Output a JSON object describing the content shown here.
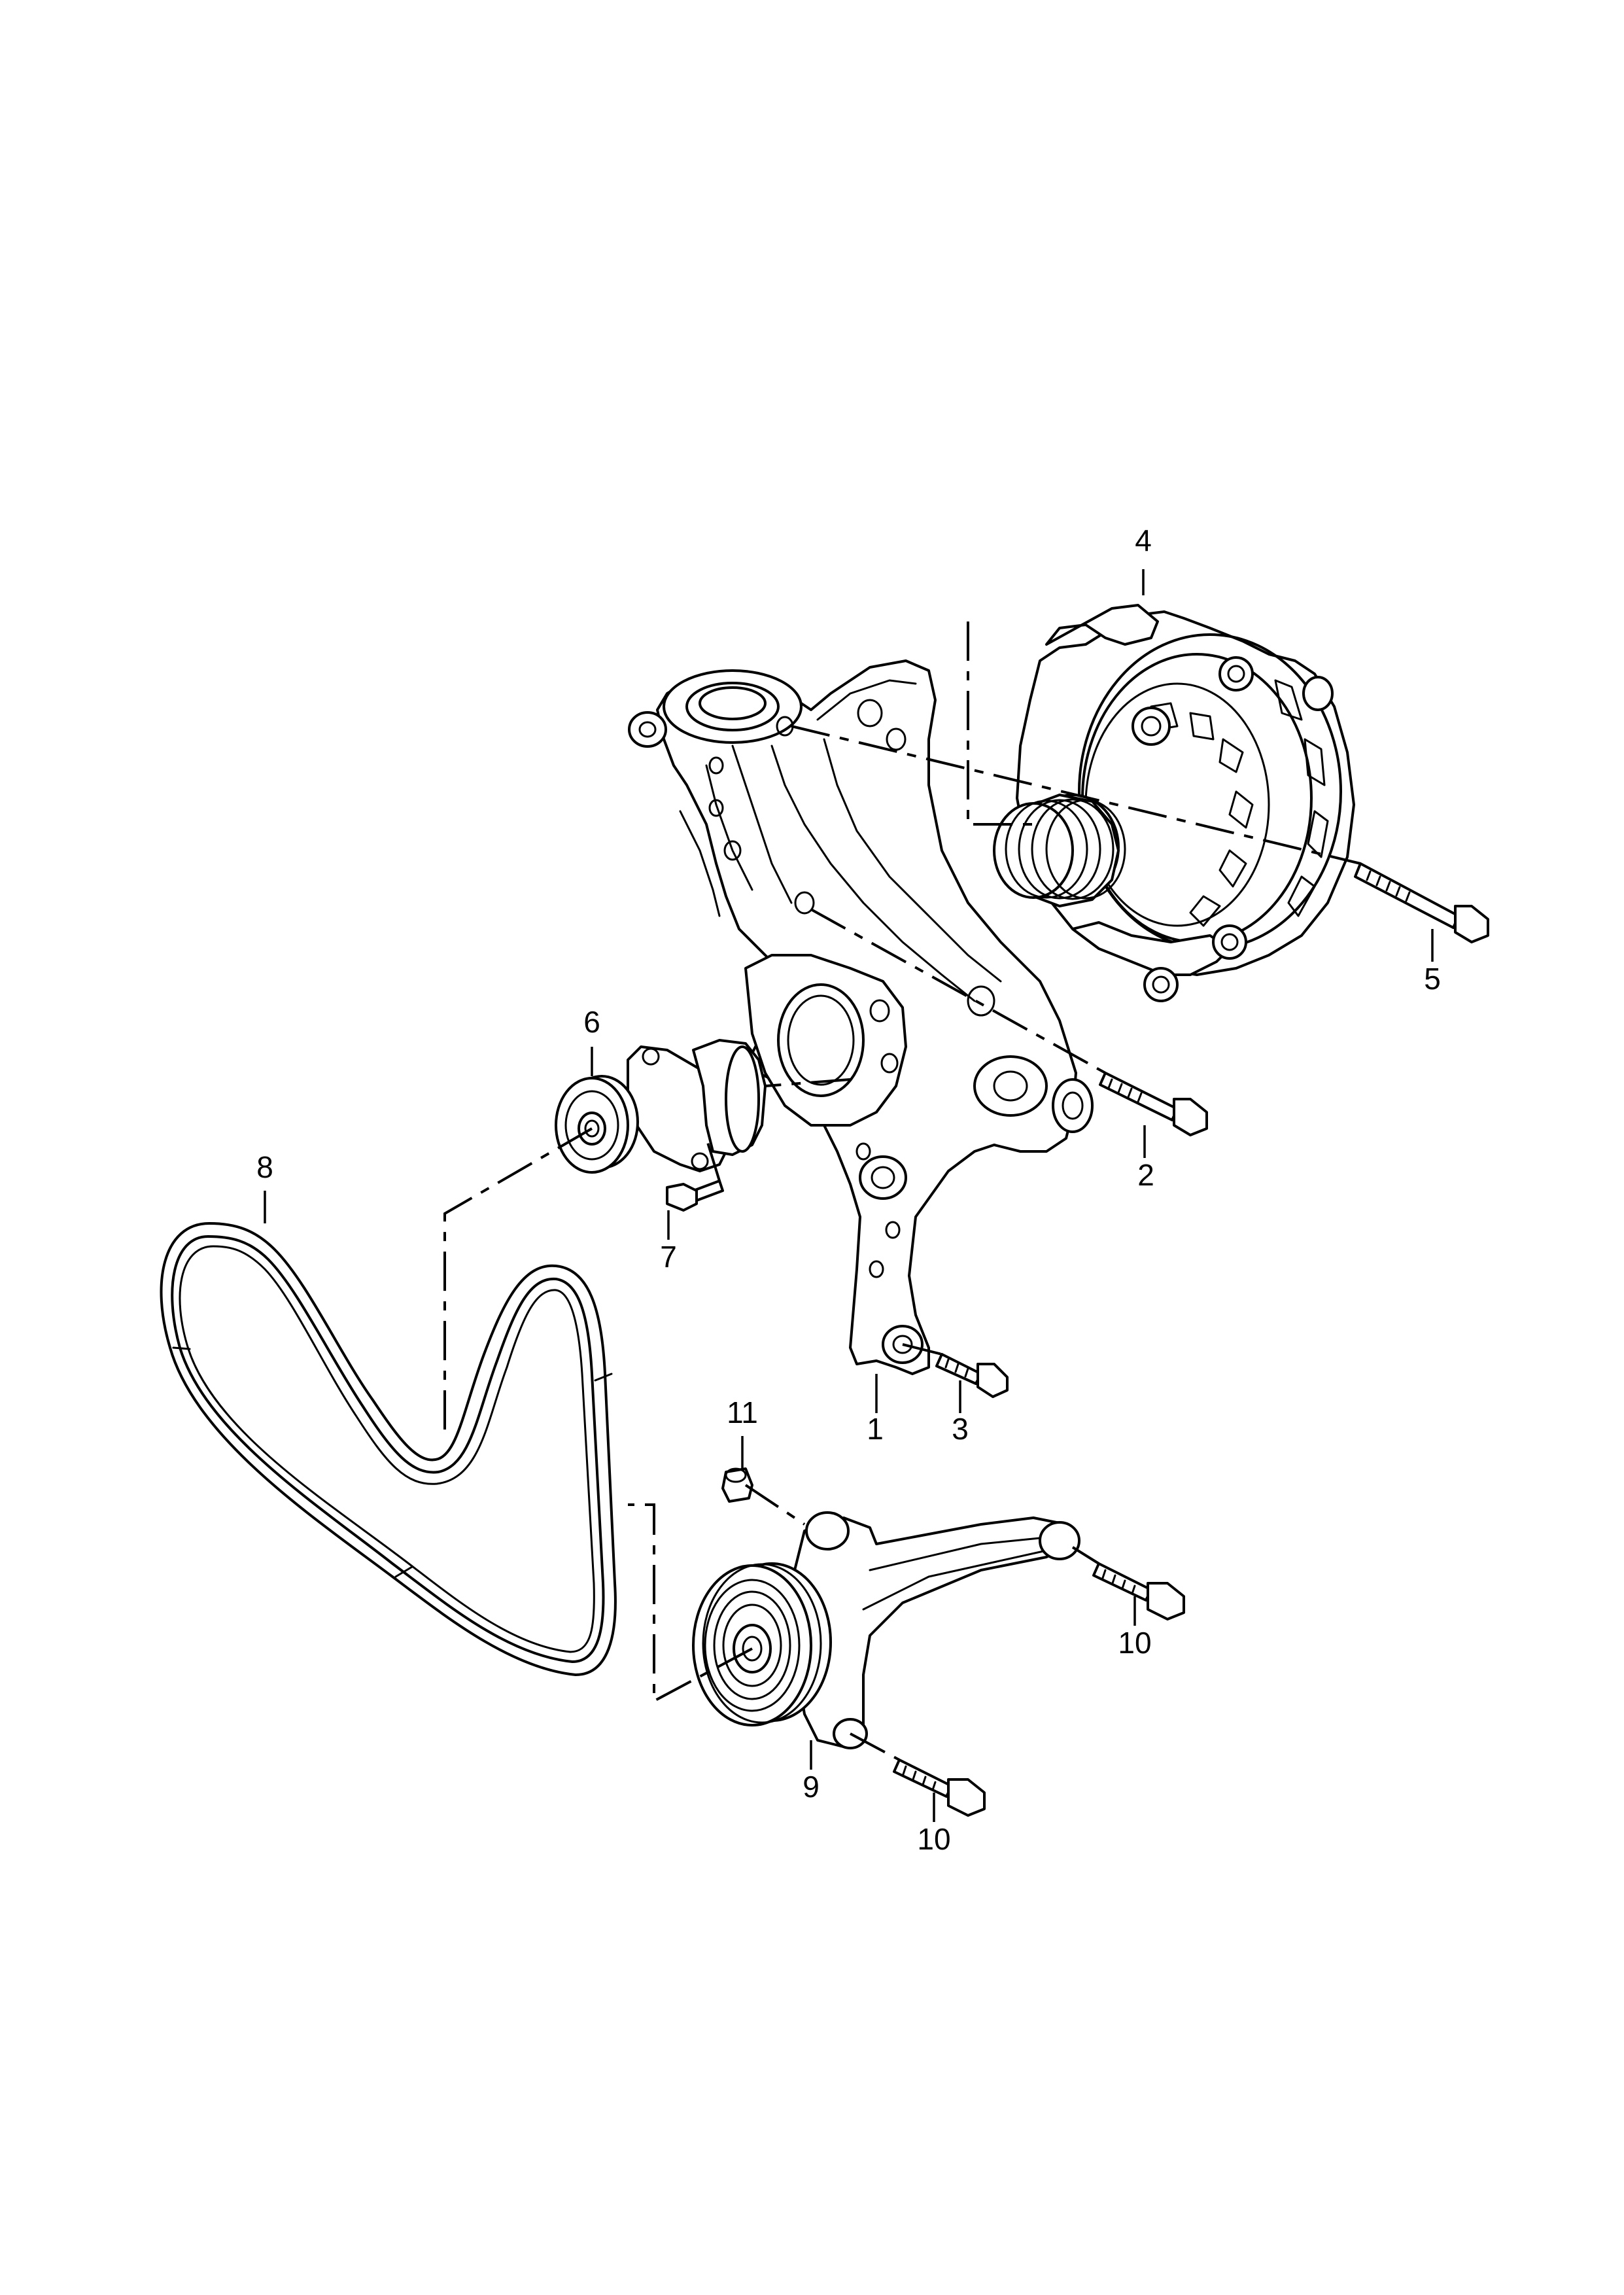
{
  "callouts": [
    {
      "id": "c1",
      "label": "1"
    },
    {
      "id": "c2",
      "label": "2"
    },
    {
      "id": "c3",
      "label": "3"
    },
    {
      "id": "c4",
      "label": "4"
    },
    {
      "id": "c5",
      "label": "5"
    },
    {
      "id": "c6",
      "label": "6"
    },
    {
      "id": "c7",
      "label": "7"
    },
    {
      "id": "c8",
      "label": "8"
    },
    {
      "id": "c9",
      "label": "9"
    },
    {
      "id": "c10a",
      "label": "10"
    },
    {
      "id": "c10b",
      "label": "10"
    },
    {
      "id": "c11",
      "label": "11"
    }
  ],
  "colors": {
    "line": "#000000",
    "background": "#ffffff"
  }
}
